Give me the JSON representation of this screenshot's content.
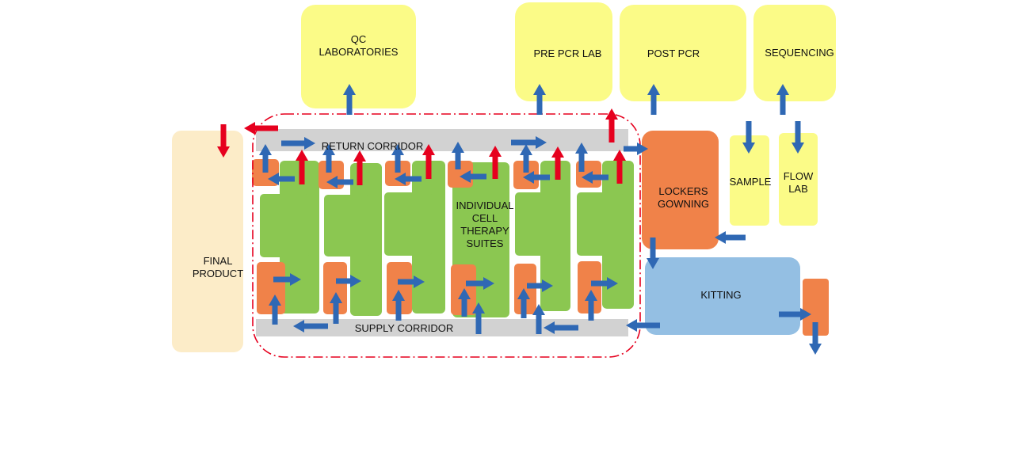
{
  "labels": {
    "qc": "QC\nLABORATORIES",
    "pre_pcr": "PRE PCR LAB",
    "post_pcr": "POST PCR",
    "sequencing": "SEQUENCING",
    "final_product": "FINAL\nPRODUCT",
    "return_corridor": "RETURN CORRIDOR",
    "supply_corridor": "SUPPLY CORRIDOR",
    "suites": "INDIVIDUAL\nCELL\nTHERAPY\nSUITES",
    "lockers": "LOCKERS\nGOWNING",
    "sample": "SAMPLE",
    "flow_lab": "FLOW\nLAB",
    "kitting": "KITTING"
  },
  "colors": {
    "lab_yellow": "#fbfb87",
    "final_product": "#fcecc8",
    "corridor": "#d2d2d2",
    "suite_green": "#8bc751",
    "anteroom_orange": "#f08249",
    "kitting_blue": "#94bfe3",
    "flow_blue": "#2f68b4",
    "return_red": "#e6001e",
    "boundary_red": "#e6001e"
  }
}
